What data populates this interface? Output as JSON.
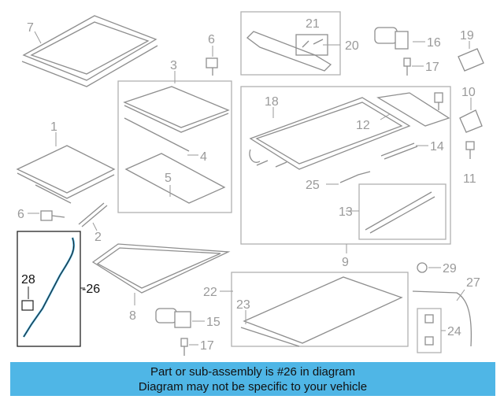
{
  "callouts": [
    {
      "id": "c1",
      "label": "1"
    },
    {
      "id": "c2",
      "label": "2"
    },
    {
      "id": "c3",
      "label": "3"
    },
    {
      "id": "c4",
      "label": "4"
    },
    {
      "id": "c5",
      "label": "5"
    },
    {
      "id": "c6a",
      "label": "6"
    },
    {
      "id": "c6b",
      "label": "6"
    },
    {
      "id": "c7",
      "label": "7"
    },
    {
      "id": "c8",
      "label": "8"
    },
    {
      "id": "c9",
      "label": "9"
    },
    {
      "id": "c10",
      "label": "10"
    },
    {
      "id": "c11",
      "label": "11"
    },
    {
      "id": "c12",
      "label": "12"
    },
    {
      "id": "c13",
      "label": "13"
    },
    {
      "id": "c14",
      "label": "14"
    },
    {
      "id": "c15",
      "label": "15"
    },
    {
      "id": "c16",
      "label": "16"
    },
    {
      "id": "c17a",
      "label": "17"
    },
    {
      "id": "c17b",
      "label": "17"
    },
    {
      "id": "c18",
      "label": "18"
    },
    {
      "id": "c19",
      "label": "19"
    },
    {
      "id": "c20",
      "label": "20"
    },
    {
      "id": "c21",
      "label": "21"
    },
    {
      "id": "c22",
      "label": "22"
    },
    {
      "id": "c23",
      "label": "23"
    },
    {
      "id": "c24",
      "label": "24"
    },
    {
      "id": "c25",
      "label": "25"
    },
    {
      "id": "c26",
      "label": "-26"
    },
    {
      "id": "c27",
      "label": "27"
    },
    {
      "id": "c28",
      "label": "28"
    },
    {
      "id": "c29",
      "label": "29"
    }
  ],
  "banner": {
    "line1": "Part or sub-assembly is #26 in diagram",
    "line2": "Diagram may not be specific to your vehicle"
  },
  "colors": {
    "banner_bg": "#4fb6e6",
    "highlight_part": "#3aa6d8",
    "line_art": "#8e8e8e"
  }
}
